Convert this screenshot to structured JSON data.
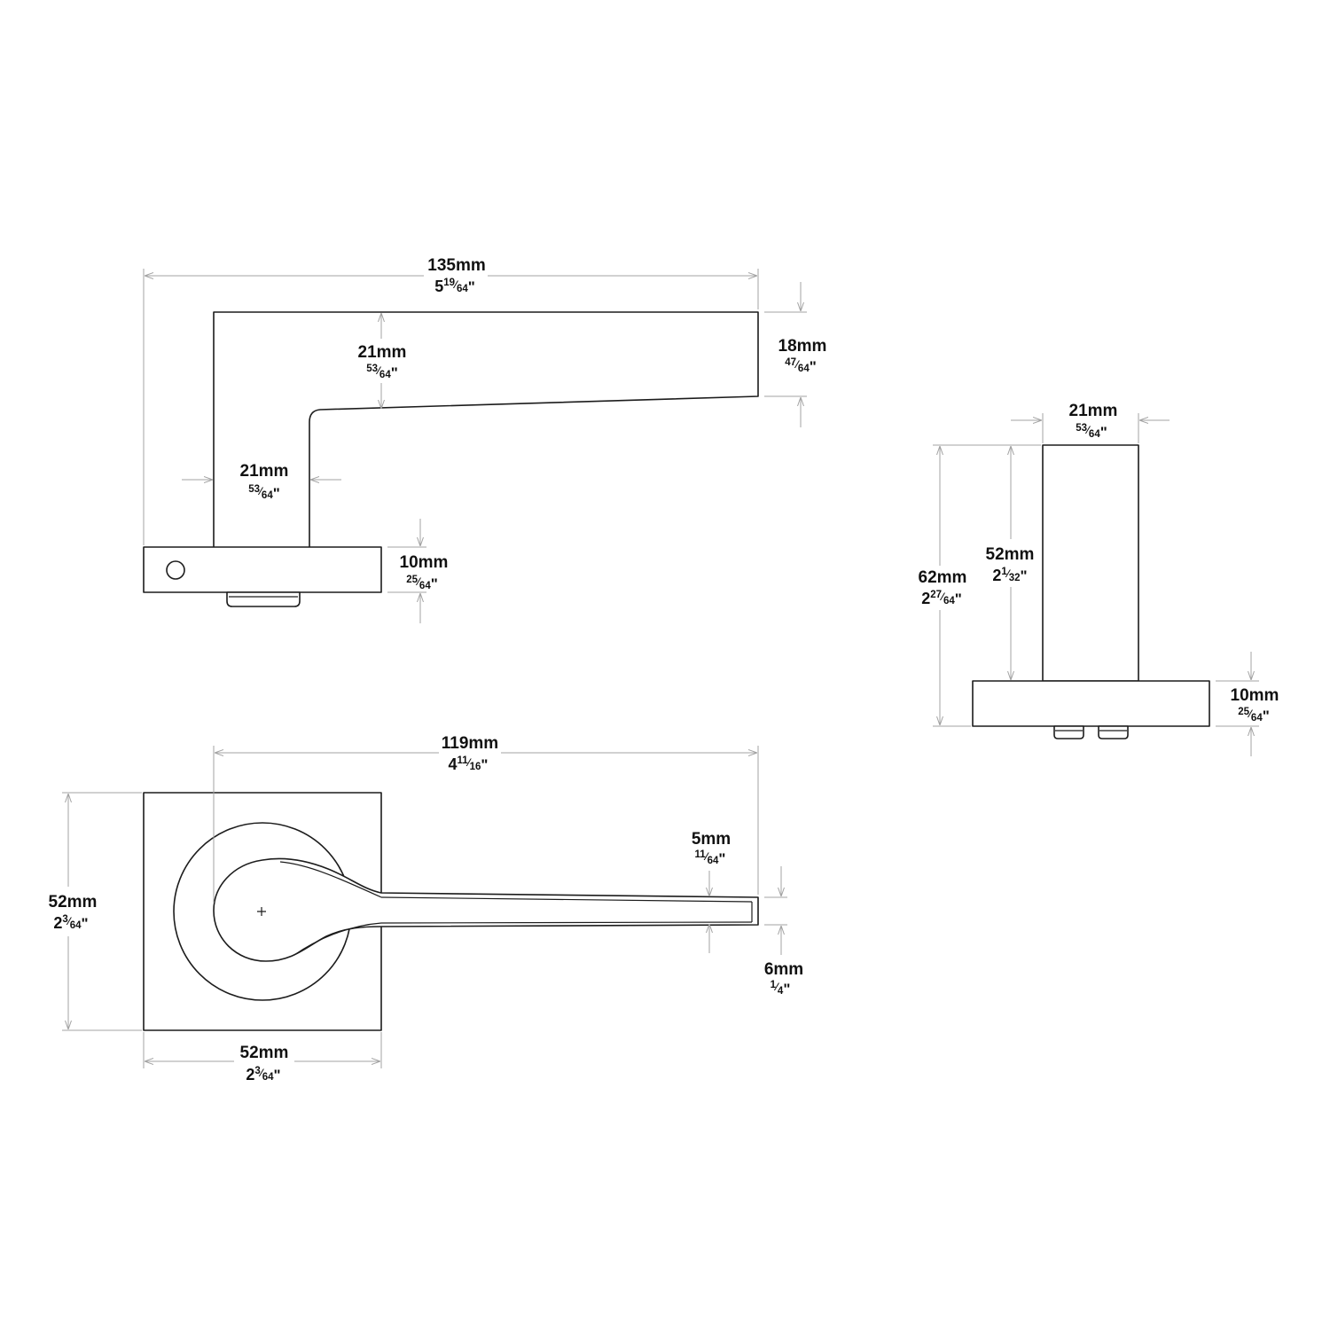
{
  "inch_mark": "\"",
  "frac_slash": "⁄",
  "colors": {
    "outline": "#1c1c1c",
    "dimension_line": "#a3a3a3",
    "text": "#111111"
  },
  "side_view": {
    "overall_length": {
      "mm": "135mm",
      "whole": "5",
      "num": "19",
      "den": "64"
    },
    "lever_height": {
      "mm": "21mm",
      "num": "53",
      "den": "64"
    },
    "tip_height": {
      "mm": "18mm",
      "num": "47",
      "den": "64"
    },
    "neck_width": {
      "mm": "21mm",
      "num": "53",
      "den": "64"
    },
    "rose_thickness": {
      "mm": "10mm",
      "num": "25",
      "den": "64"
    }
  },
  "front_view": {
    "stem_width": {
      "mm": "21mm",
      "num": "53",
      "den": "64"
    },
    "stem_height": {
      "mm": "52mm",
      "whole": "2",
      "num": "1",
      "den": "32"
    },
    "total_height": {
      "mm": "62mm",
      "whole": "2",
      "num": "27",
      "den": "64"
    },
    "rose_thickness": {
      "mm": "10mm",
      "num": "25",
      "den": "64"
    }
  },
  "plan_view": {
    "lever_length": {
      "mm": "119mm",
      "whole": "4",
      "num": "11",
      "den": "16"
    },
    "tip_width": {
      "mm": "5mm",
      "num": "11",
      "den": "64"
    },
    "end_width": {
      "mm": "6mm",
      "num": "1",
      "den": "4"
    },
    "rose_height": {
      "mm": "52mm",
      "whole": "2",
      "num": "3",
      "den": "64"
    },
    "rose_width": {
      "mm": "52mm",
      "whole": "2",
      "num": "3",
      "den": "64"
    }
  }
}
